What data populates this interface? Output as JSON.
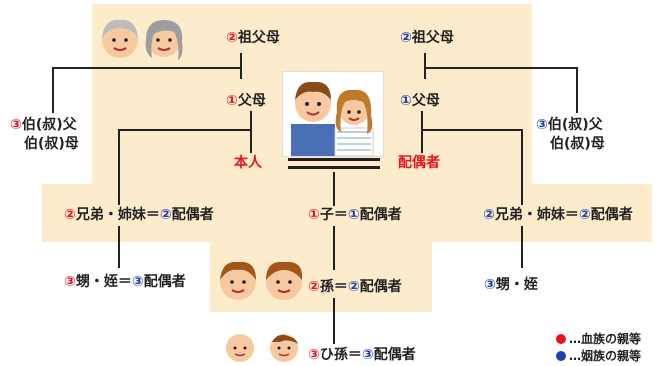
{
  "diagram": {
    "grandparents_self": {
      "prefix": "②",
      "label": "祖父母"
    },
    "grandparents_spouse": {
      "prefix": "②",
      "label": "祖父母"
    },
    "uncles_self": {
      "prefix": "③",
      "line1": "伯(叔)父",
      "line2": "伯(叔)母"
    },
    "uncles_spouse": {
      "prefix": "③",
      "line1": "伯(叔)父",
      "line2": "伯(叔)母"
    },
    "parents_self": {
      "prefix": "①",
      "label": "父母"
    },
    "parents_spouse": {
      "prefix": "①",
      "label": "父母"
    },
    "self": {
      "label": "本人"
    },
    "spouse": {
      "label": "配偶者"
    },
    "siblings_self": {
      "prefix": "②",
      "label": "兄弟・姉妹＝",
      "prefix2": "②",
      "label2": "配偶者"
    },
    "child": {
      "prefix": "①",
      "label": "子＝",
      "prefix2": "①",
      "label2": "配偶者"
    },
    "siblings_spouse": {
      "prefix": "②",
      "label": "兄弟・姉妹＝",
      "prefix2": "②",
      "label2": "配偶者"
    },
    "nephews_self": {
      "prefix": "③",
      "label": "甥・姪＝",
      "prefix2": "③",
      "label2": "配偶者"
    },
    "grandchild": {
      "prefix": "②",
      "label": "孫＝",
      "prefix2": "②",
      "label2": "配偶者"
    },
    "nephews_spouse": {
      "prefix": "③",
      "label": "甥・姪"
    },
    "great_grandchild": {
      "prefix": "③",
      "label": "ひ孫＝",
      "prefix2": "③",
      "label2": "配偶者"
    }
  },
  "legend": {
    "blood": {
      "color": "#e8141c",
      "label": "…血族の親等"
    },
    "affinity": {
      "color": "#1e3fae",
      "label": "…姻族の親等"
    }
  },
  "colors": {
    "blood": "#e8141c",
    "affinity": "#1e3fae",
    "highlight_bg": "#fdeccb"
  }
}
